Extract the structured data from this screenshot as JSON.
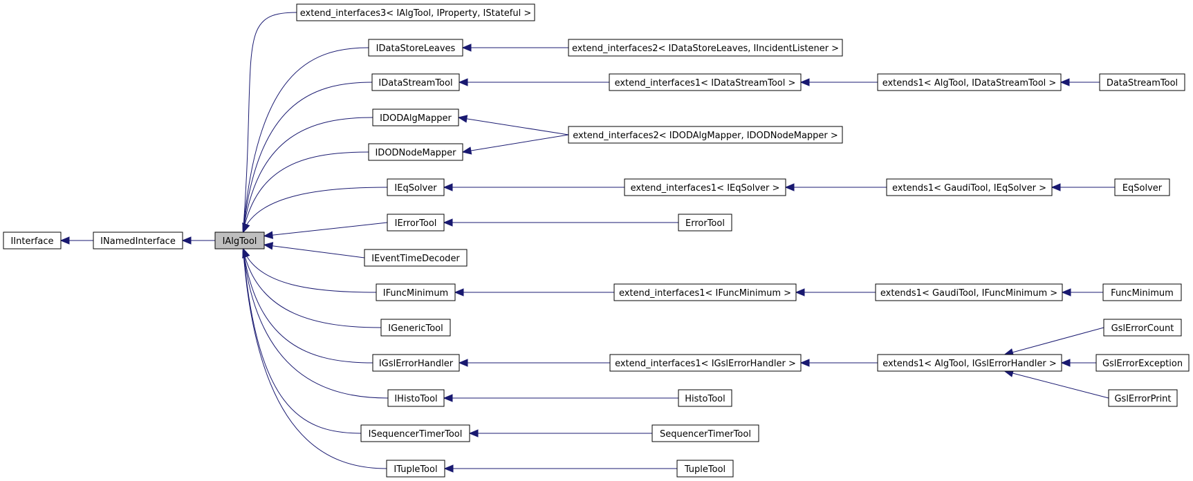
{
  "diagram": {
    "type": "class-inheritance-graph",
    "colors": {
      "edge": "#191970",
      "node_border": "#000000",
      "node_fill": "#ffffff",
      "highlight_fill": "#bfbfbf"
    },
    "nodes": [
      {
        "id": "IInterface",
        "label": "IInterface"
      },
      {
        "id": "INamedInterface",
        "label": "INamedInterface"
      },
      {
        "id": "IAlgTool",
        "label": "IAlgTool",
        "highlighted": true
      },
      {
        "id": "ext3_IAlgTool",
        "label": "extend_interfaces3< IAlgTool, IProperty, IStateful >"
      },
      {
        "id": "IDataStoreLeaves",
        "label": "IDataStoreLeaves"
      },
      {
        "id": "ext2_IDataStoreLeaves",
        "label": "extend_interfaces2< IDataStoreLeaves, IIncidentListener >"
      },
      {
        "id": "IDataStreamTool",
        "label": "IDataStreamTool"
      },
      {
        "id": "ext1_IDataStreamTool",
        "label": "extend_interfaces1< IDataStreamTool >"
      },
      {
        "id": "extends1_DataStreamTool",
        "label": "extends1< AlgTool, IDataStreamTool >"
      },
      {
        "id": "DataStreamTool",
        "label": "DataStreamTool"
      },
      {
        "id": "IDODAlgMapper",
        "label": "IDODAlgMapper"
      },
      {
        "id": "IDODNodeMapper",
        "label": "IDODNodeMapper"
      },
      {
        "id": "ext2_IDODAlgMapper",
        "label": "extend_interfaces2< IDODAlgMapper, IDODNodeMapper >"
      },
      {
        "id": "IEqSolver",
        "label": "IEqSolver"
      },
      {
        "id": "ext1_IEqSolver",
        "label": "extend_interfaces1< IEqSolver >"
      },
      {
        "id": "extends1_EqSolver",
        "label": "extends1< GaudiTool, IEqSolver >"
      },
      {
        "id": "EqSolver",
        "label": "EqSolver"
      },
      {
        "id": "IErrorTool",
        "label": "IErrorTool"
      },
      {
        "id": "ErrorTool",
        "label": "ErrorTool"
      },
      {
        "id": "IEventTimeDecoder",
        "label": "IEventTimeDecoder"
      },
      {
        "id": "IFuncMinimum",
        "label": "IFuncMinimum"
      },
      {
        "id": "ext1_IFuncMinimum",
        "label": "extend_interfaces1< IFuncMinimum >"
      },
      {
        "id": "extends1_FuncMinimum",
        "label": "extends1< GaudiTool, IFuncMinimum >"
      },
      {
        "id": "FuncMinimum",
        "label": "FuncMinimum"
      },
      {
        "id": "IGenericTool",
        "label": "IGenericTool"
      },
      {
        "id": "IGslErrorHandler",
        "label": "IGslErrorHandler"
      },
      {
        "id": "ext1_IGslErrorHandler",
        "label": "extend_interfaces1< IGslErrorHandler >"
      },
      {
        "id": "extends1_GslErrorHandler",
        "label": "extends1< AlgTool, IGslErrorHandler >"
      },
      {
        "id": "GslErrorCount",
        "label": "GslErrorCount"
      },
      {
        "id": "GslErrorException",
        "label": "GslErrorException"
      },
      {
        "id": "GslErrorPrint",
        "label": "GslErrorPrint"
      },
      {
        "id": "IHistoTool",
        "label": "IHistoTool"
      },
      {
        "id": "HistoTool",
        "label": "HistoTool"
      },
      {
        "id": "ISequencerTimerTool",
        "label": "ISequencerTimerTool"
      },
      {
        "id": "SequencerTimerTool",
        "label": "SequencerTimerTool"
      },
      {
        "id": "ITupleTool",
        "label": "ITupleTool"
      },
      {
        "id": "TupleTool",
        "label": "TupleTool"
      }
    ],
    "edges": [
      {
        "from": "INamedInterface",
        "to": "IInterface"
      },
      {
        "from": "IAlgTool",
        "to": "INamedInterface"
      },
      {
        "from": "ext3_IAlgTool",
        "to": "IAlgTool"
      },
      {
        "from": "IDataStoreLeaves",
        "to": "IAlgTool"
      },
      {
        "from": "IDataStreamTool",
        "to": "IAlgTool"
      },
      {
        "from": "IDODAlgMapper",
        "to": "IAlgTool"
      },
      {
        "from": "IDODNodeMapper",
        "to": "IAlgTool"
      },
      {
        "from": "IEqSolver",
        "to": "IAlgTool"
      },
      {
        "from": "IErrorTool",
        "to": "IAlgTool"
      },
      {
        "from": "IEventTimeDecoder",
        "to": "IAlgTool"
      },
      {
        "from": "IFuncMinimum",
        "to": "IAlgTool"
      },
      {
        "from": "IGenericTool",
        "to": "IAlgTool"
      },
      {
        "from": "IGslErrorHandler",
        "to": "IAlgTool"
      },
      {
        "from": "IHistoTool",
        "to": "IAlgTool"
      },
      {
        "from": "ISequencerTimerTool",
        "to": "IAlgTool"
      },
      {
        "from": "ITupleTool",
        "to": "IAlgTool"
      },
      {
        "from": "ext2_IDataStoreLeaves",
        "to": "IDataStoreLeaves"
      },
      {
        "from": "ext1_IDataStreamTool",
        "to": "IDataStreamTool"
      },
      {
        "from": "extends1_DataStreamTool",
        "to": "ext1_IDataStreamTool"
      },
      {
        "from": "DataStreamTool",
        "to": "extends1_DataStreamTool"
      },
      {
        "from": "ext2_IDODAlgMapper",
        "to": "IDODAlgMapper"
      },
      {
        "from": "ext2_IDODAlgMapper",
        "to": "IDODNodeMapper"
      },
      {
        "from": "ext1_IEqSolver",
        "to": "IEqSolver"
      },
      {
        "from": "extends1_EqSolver",
        "to": "ext1_IEqSolver"
      },
      {
        "from": "EqSolver",
        "to": "extends1_EqSolver"
      },
      {
        "from": "ErrorTool",
        "to": "IErrorTool"
      },
      {
        "from": "ext1_IFuncMinimum",
        "to": "IFuncMinimum"
      },
      {
        "from": "extends1_FuncMinimum",
        "to": "ext1_IFuncMinimum"
      },
      {
        "from": "FuncMinimum",
        "to": "extends1_FuncMinimum"
      },
      {
        "from": "ext1_IGslErrorHandler",
        "to": "IGslErrorHandler"
      },
      {
        "from": "extends1_GslErrorHandler",
        "to": "ext1_IGslErrorHandler"
      },
      {
        "from": "GslErrorCount",
        "to": "extends1_GslErrorHandler"
      },
      {
        "from": "GslErrorException",
        "to": "extends1_GslErrorHandler"
      },
      {
        "from": "GslErrorPrint",
        "to": "extends1_GslErrorHandler"
      },
      {
        "from": "HistoTool",
        "to": "IHistoTool"
      },
      {
        "from": "SequencerTimerTool",
        "to": "ISequencerTimerTool"
      },
      {
        "from": "TupleTool",
        "to": "ITupleTool"
      }
    ]
  }
}
